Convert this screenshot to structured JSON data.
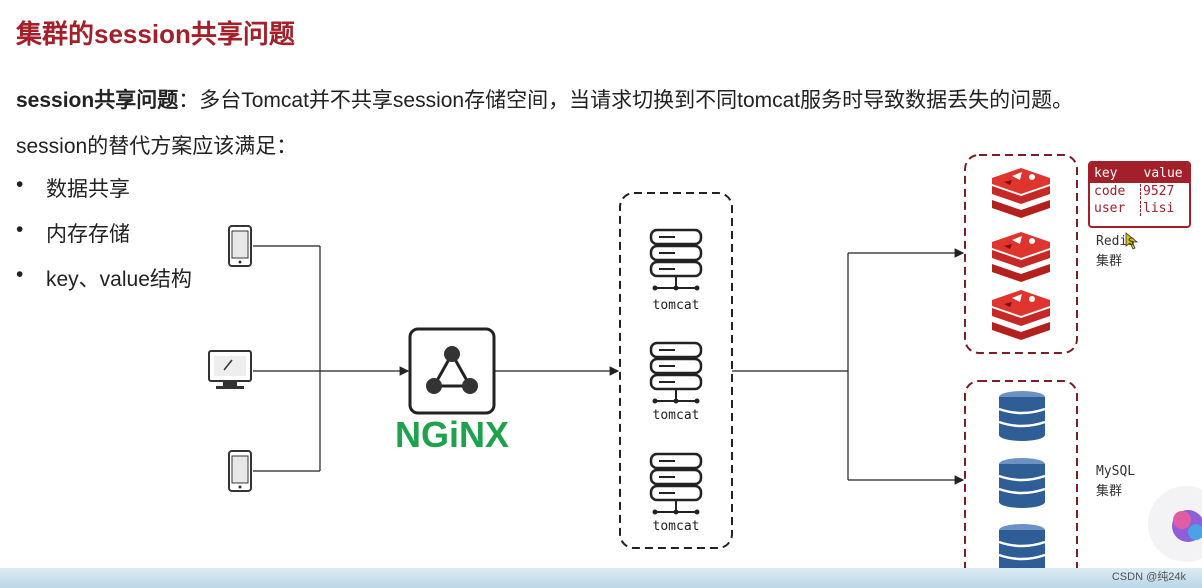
{
  "title": "集群的session共享问题",
  "paragraph": {
    "bold": "session共享问题",
    "text": "：多台Tomcat并不共享session存储空间，当请求切换到不同tomcat服务时导致数据丢失的问题。"
  },
  "subtitle": "session的替代方案应该满足：",
  "bullets": [
    "数据共享",
    "内存存储",
    "key、value结构"
  ],
  "diagram": {
    "nginx_label": "NGiNX",
    "tomcat_labels": [
      "tomcat",
      "tomcat",
      "tomcat"
    ],
    "kv_table": {
      "headers": [
        "key",
        "value"
      ],
      "rows": [
        [
          "code",
          "9527"
        ],
        [
          "user",
          "lisi"
        ]
      ]
    },
    "redis_label": "Redis\n集群",
    "redis_line1": "Redis",
    "redis_line2": "集群",
    "mysql_line1": "MySQL",
    "mysql_line2": "集群"
  },
  "watermark": "CSDN @纯24k",
  "colors": {
    "title": "#a3202a",
    "redis": "#d9302e",
    "mysql": "#2f5e96",
    "nginx": "#1ea24b",
    "dashed_border": "#7a1f25"
  }
}
